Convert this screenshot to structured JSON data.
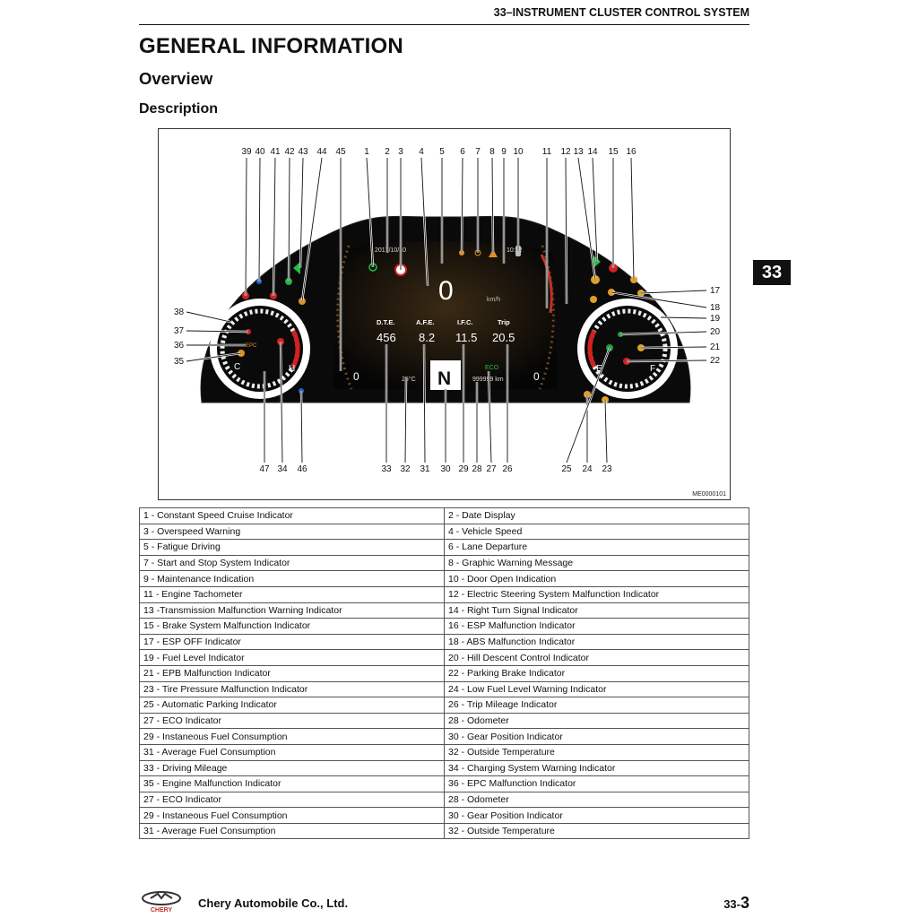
{
  "header": {
    "running_title": "33–INSTRUMENT CLUSTER CONTROL SYSTEM"
  },
  "headings": {
    "h1": "GENERAL INFORMATION",
    "h2": "Overview",
    "h3": "Description"
  },
  "chapter_tab": "33",
  "figure": {
    "id": "ME0000101",
    "callouts": [
      "1",
      "2",
      "3",
      "4",
      "5",
      "6",
      "7",
      "8",
      "9",
      "10",
      "11",
      "12",
      "13",
      "14",
      "15",
      "16",
      "17",
      "18",
      "19",
      "20",
      "21",
      "22",
      "23",
      "24",
      "25",
      "26",
      "27",
      "28",
      "29",
      "30",
      "31",
      "32",
      "33",
      "34",
      "35",
      "36",
      "37",
      "38",
      "39",
      "40",
      "41",
      "42",
      "43",
      "44",
      "45",
      "46",
      "47"
    ],
    "display": {
      "date": "2017/10/10",
      "time": "10:32",
      "speed": "0",
      "speed_unit": "km/h",
      "dte_label": "D.T.E.",
      "dte_value": "456",
      "afe_label": "A.F.E.",
      "afe_value": "8.2",
      "ifc_label": "I.F.C.",
      "ifc_value": "11.5",
      "trip_label": "Trip",
      "trip_value": "20.5",
      "gear": "N",
      "eco": "ECO",
      "odometer": "999999 km",
      "outside_temp": "25°C",
      "temp_c": "C",
      "temp_h": "H",
      "fuel_e": "E",
      "fuel_f": "F",
      "epc": "EPC",
      "left_zero": "0",
      "right_zero": "0"
    }
  },
  "legend": [
    [
      "1 - Constant Speed Cruise Indicator",
      "2 - Date Display"
    ],
    [
      "3 - Overspeed Warning",
      "4 - Vehicle Speed"
    ],
    [
      "5 - Fatigue Driving",
      "6 - Lane Departure"
    ],
    [
      "7 - Start and Stop System Indicator",
      "8 - Graphic Warning Message"
    ],
    [
      "9 - Maintenance Indication",
      "10 - Door Open Indication"
    ],
    [
      "11 - Engine Tachometer",
      "12 - Electric Steering System Malfunction Indicator"
    ],
    [
      "13 -Transmission Malfunction Warning Indicator",
      "14 - Right Turn Signal Indicator"
    ],
    [
      "15 - Brake System Malfunction Indicator",
      "16 - ESP Malfunction Indicator"
    ],
    [
      "17 - ESP OFF Indicator",
      "18 - ABS Malfunction Indicator"
    ],
    [
      "19 - Fuel Level Indicator",
      "20 - Hill Descent Control Indicator"
    ],
    [
      "21 - EPB Malfunction Indicator",
      "22 - Parking Brake Indicator"
    ],
    [
      "23 - Tire Pressure Malfunction Indicator",
      "24 - Low Fuel Level Warning Indicator"
    ],
    [
      "25 - Automatic Parking Indicator",
      "26 - Trip Mileage Indicator"
    ],
    [
      "27 - ECO Indicator",
      "28 - Odometer"
    ],
    [
      "29 - Instaneous Fuel Consumption",
      "30 - Gear Position Indicator"
    ],
    [
      "31 - Average Fuel Consumption",
      "32 - Outside Temperature"
    ],
    [
      "33 - Driving Mileage",
      "34 - Charging System Warning Indicator"
    ],
    [
      "35 - Engine Malfunction Indicator",
      "36 - EPC Malfunction Indicator"
    ],
    [
      "27 - ECO Indicator",
      "28 - Odometer"
    ],
    [
      "29 - Instaneous Fuel Consumption",
      "30 - Gear Position Indicator"
    ],
    [
      "31 - Average Fuel Consumption",
      "32 - Outside Temperature"
    ]
  ],
  "footer": {
    "brand": "CHERY",
    "company": "Chery Automobile Co., Ltd.",
    "page_prefix": "33-",
    "page_number": "3"
  }
}
